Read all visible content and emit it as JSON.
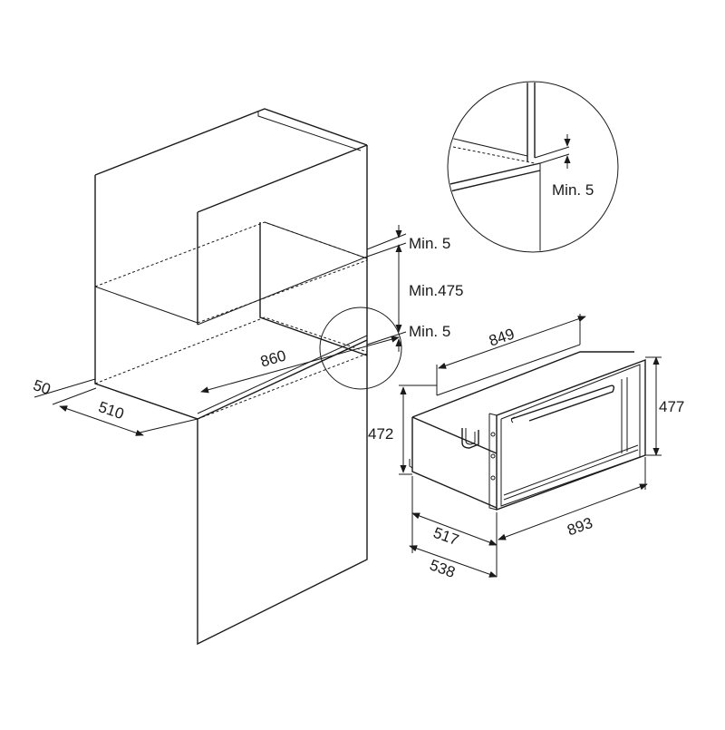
{
  "dimensions": {
    "depth_offset": "50",
    "cabinet_depth": "510",
    "niche_width": "860",
    "min_gap_top": "Min. 5",
    "niche_height": "Min.475",
    "min_gap_bottom": "Min. 5",
    "detail_min_gap": "Min. 5",
    "drawer_width": "849",
    "drawer_height_front": "477",
    "drawer_height_body": "472",
    "drawer_depth_body": "517",
    "drawer_depth_total": "538",
    "front_width": "893"
  },
  "colors": {
    "line": "#1a1a1a",
    "background": "#ffffff"
  }
}
